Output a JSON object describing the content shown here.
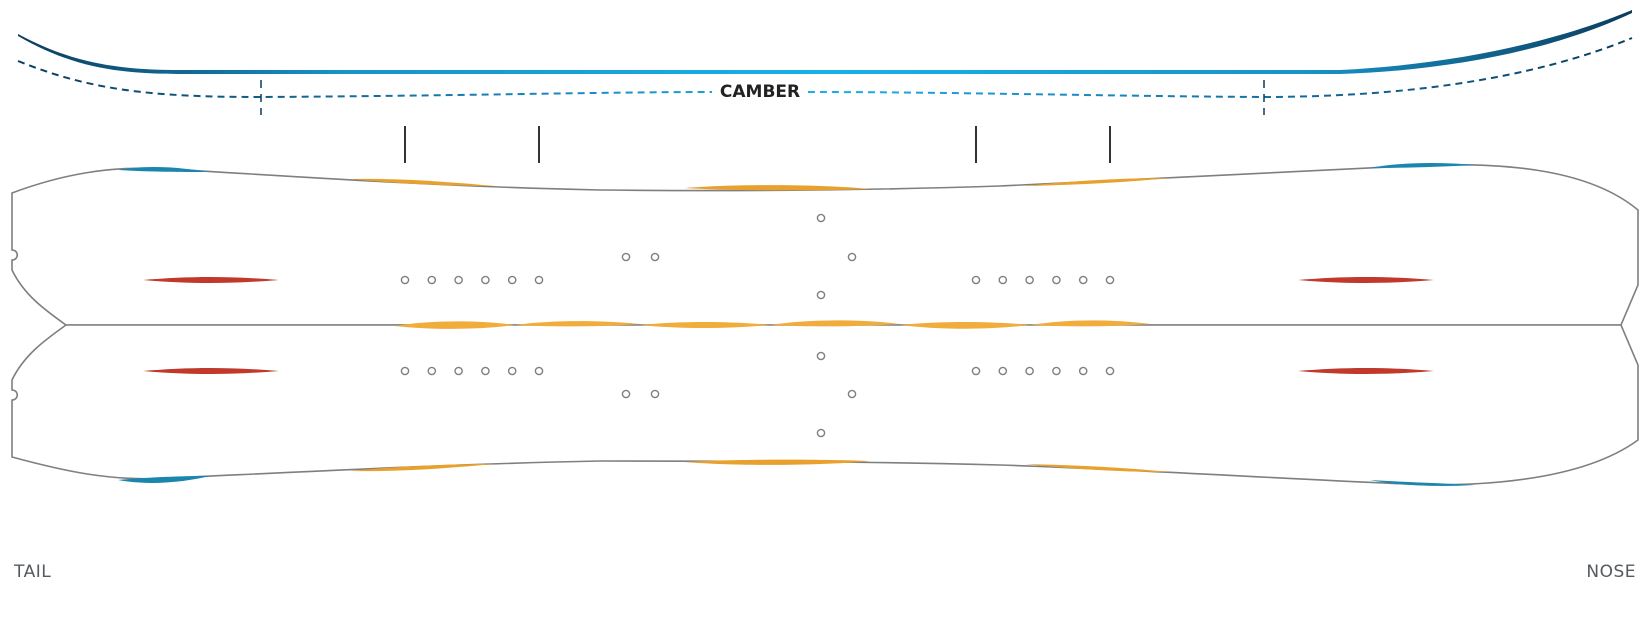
{
  "profile": {
    "label": "CAMBER",
    "colors": {
      "dark": "#0b3c5d",
      "light": "#1aa7e3"
    }
  },
  "ends": {
    "tail": "TAIL",
    "nose": "NOSE"
  },
  "board": {
    "outline_color": "#7f7f7f",
    "edge_accent_color": "#1a86ad",
    "sidecut_accent_color": "#e9a12e",
    "contact_accent_color": "#c0392b",
    "insert_groups": [
      {
        "name": "rear-binding",
        "count": 6
      },
      {
        "name": "front-binding",
        "count": 6
      }
    ]
  }
}
